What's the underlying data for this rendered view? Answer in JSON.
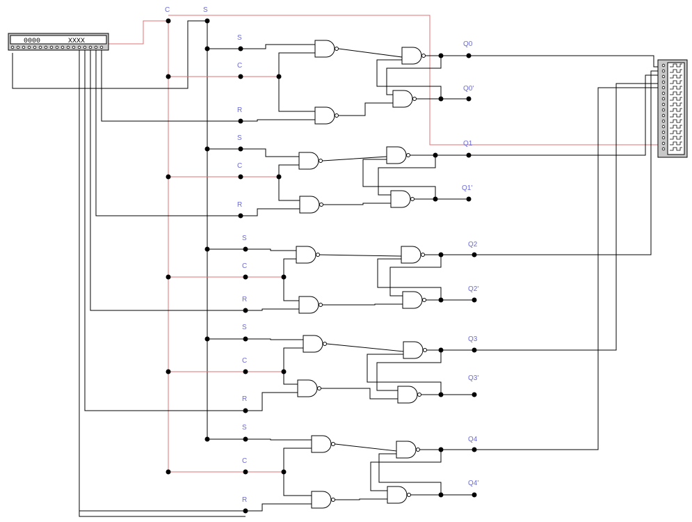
{
  "colors": {
    "wire": "#000000",
    "clock_wire": "#e07070",
    "label": "#6b6bd6",
    "generator_face": "#ffffff",
    "instrument_body": "#c8c8c8"
  },
  "bus_labels": {
    "clock": "C",
    "set": "S"
  },
  "word_generator": {
    "icon": "word-generator-icon",
    "left_display": "0000",
    "right_display": "XXXX"
  },
  "logic_analyzer": {
    "icon": "logic-analyzer-icon"
  },
  "stages": [
    {
      "s_label": "S",
      "c_label": "C",
      "r_label": "R",
      "q_label": "Q0",
      "qn_label": "Q0'"
    },
    {
      "s_label": "S",
      "c_label": "C",
      "r_label": "R",
      "q_label": "Q1",
      "qn_label": "Q1'"
    },
    {
      "s_label": "S",
      "c_label": "C",
      "r_label": "R",
      "q_label": "Q2",
      "qn_label": "Q2'"
    },
    {
      "s_label": "S",
      "c_label": "C",
      "r_label": "R",
      "q_label": "Q3",
      "qn_label": "Q3'"
    },
    {
      "s_label": "S",
      "c_label": "C",
      "r_label": "R",
      "q_label": "Q4",
      "qn_label": "Q4'"
    }
  ]
}
